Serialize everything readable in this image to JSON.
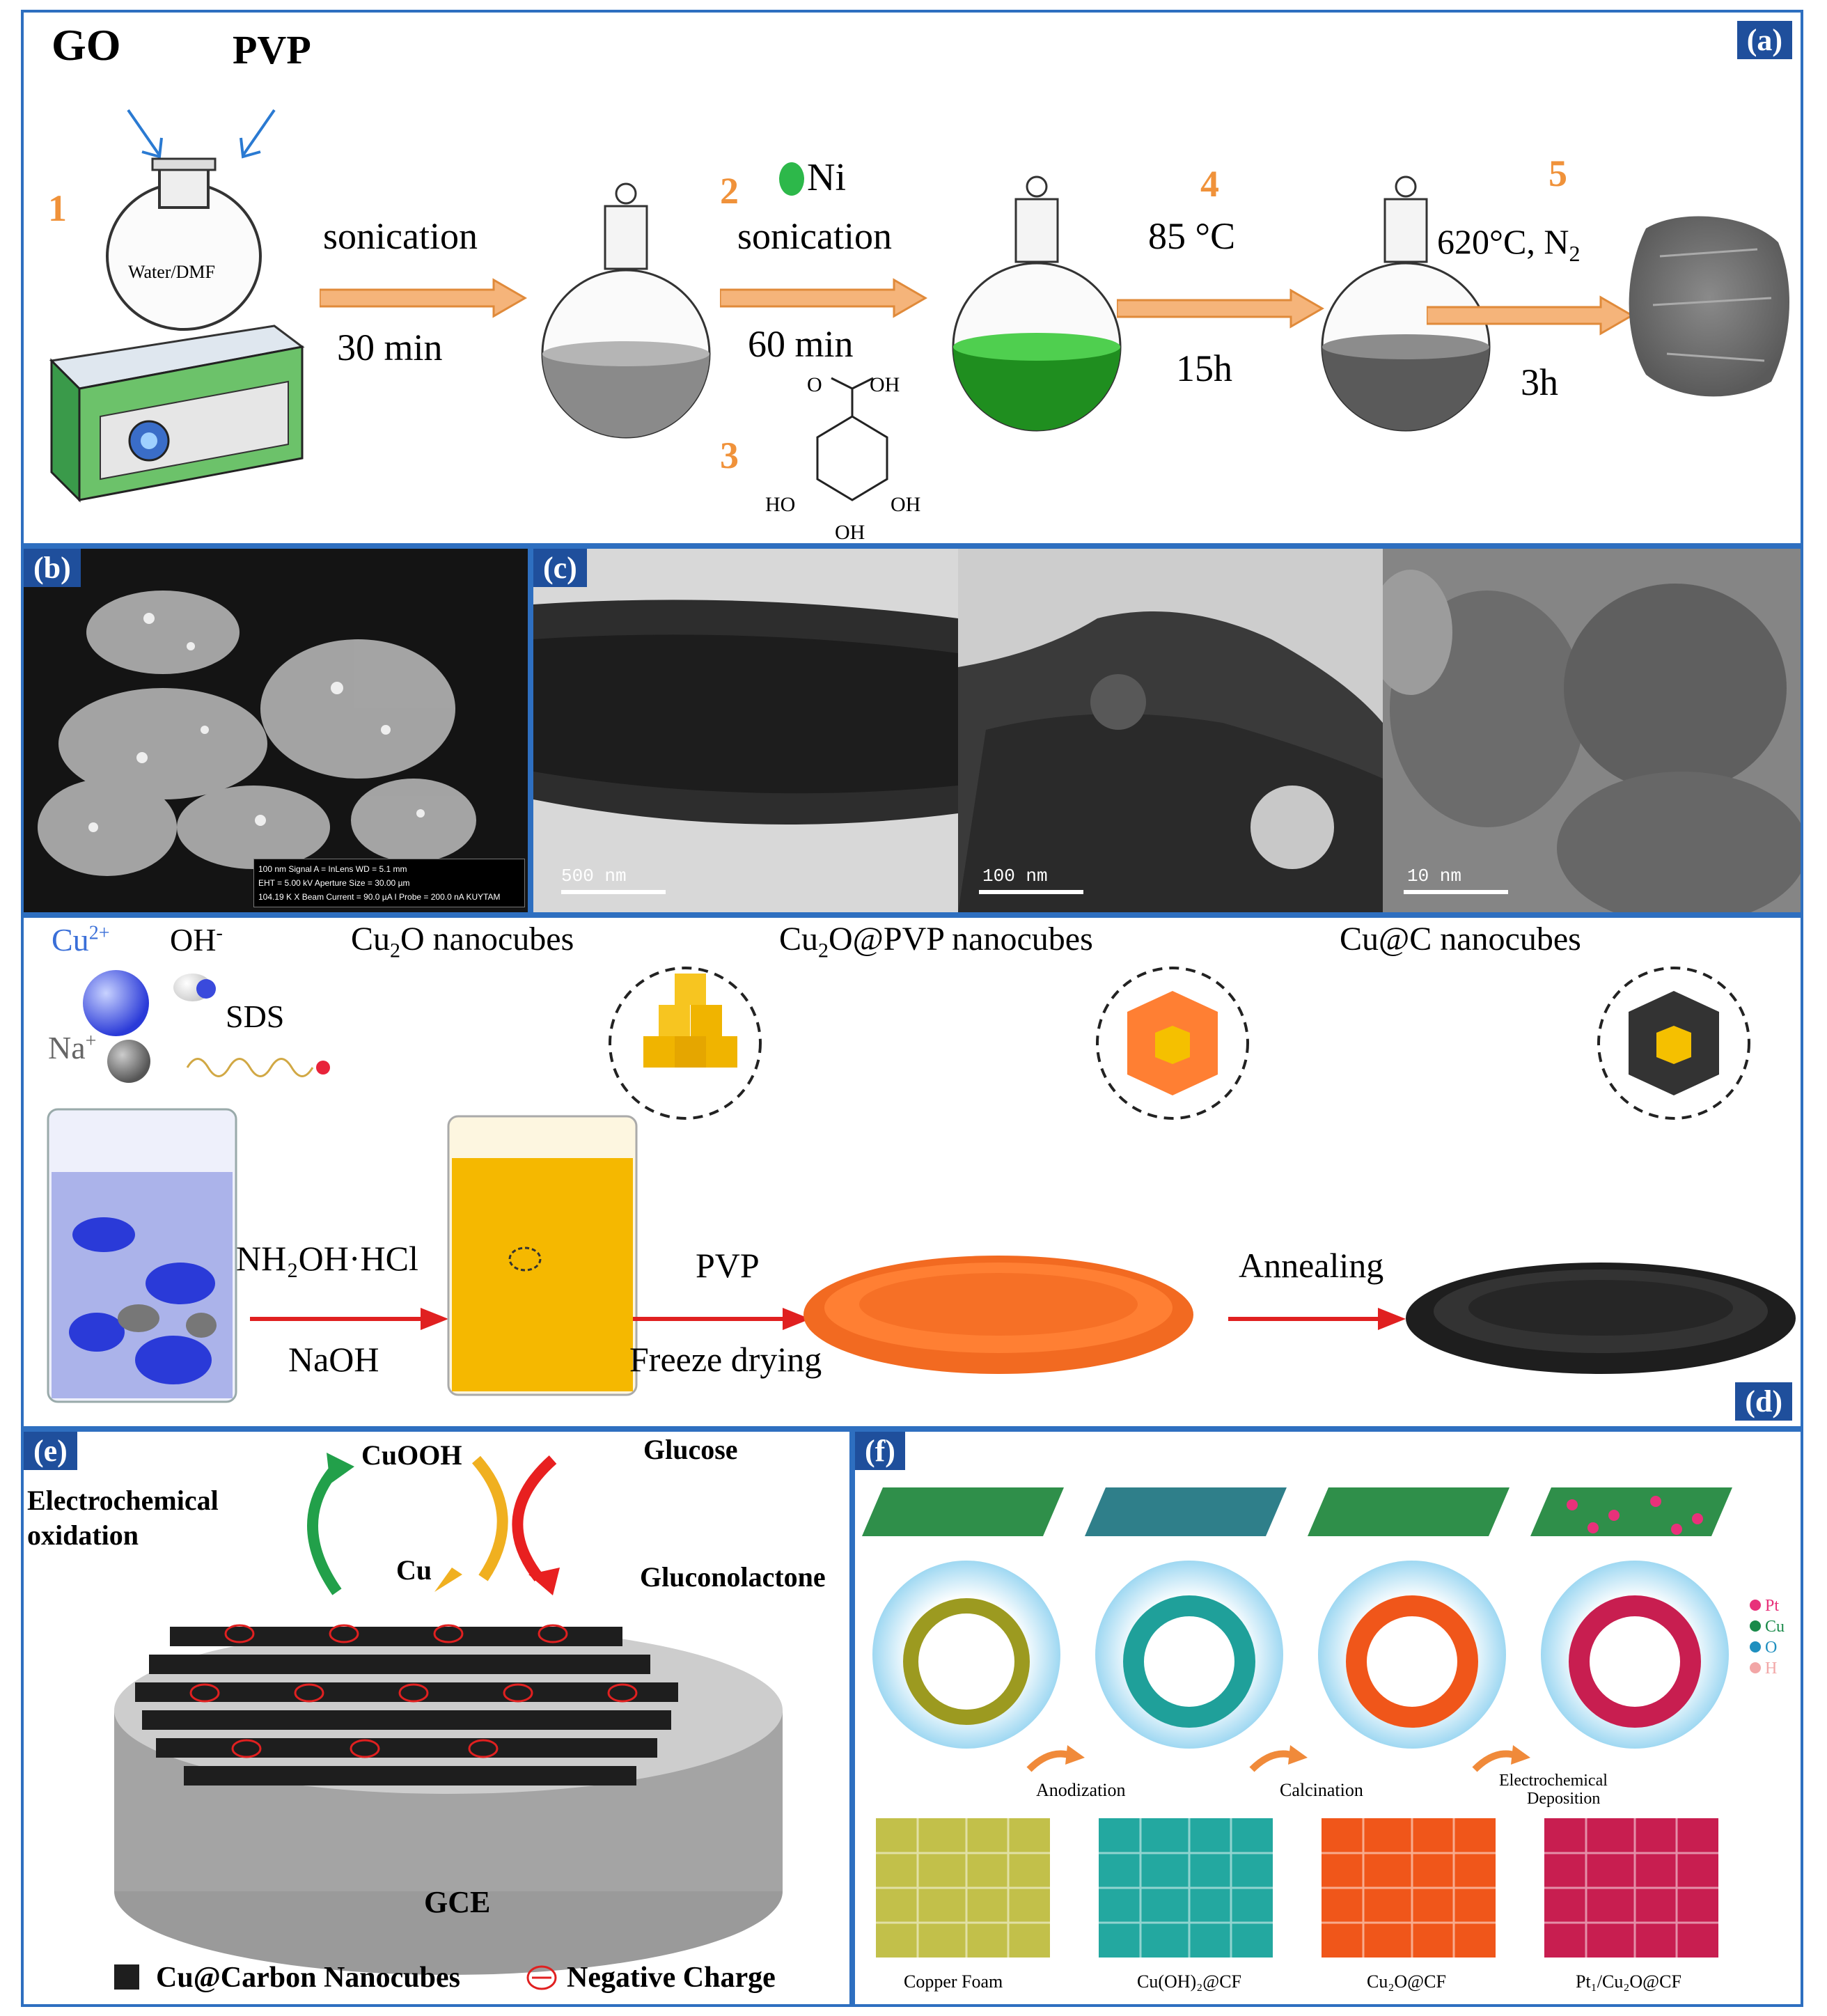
{
  "panel_a": {
    "tag": "(a)",
    "go": "GO",
    "pvp": "PVP",
    "solvent": "Water/DMF",
    "steps": [
      {
        "num": "1"
      },
      {
        "num": "2"
      },
      {
        "num": "3"
      },
      {
        "num": "4"
      },
      {
        "num": "5"
      }
    ],
    "arrow1_top": "sonication",
    "arrow1_bottom": "30 min",
    "ni_label": "Ni",
    "arrow2_top": "sonication",
    "arrow2_bottom": "60 min",
    "arrow3_top": "85 °C",
    "arrow3_bottom": "15h",
    "arrow4_top": "620°C, N",
    "arrow4_top_sub": "2",
    "arrow4_bottom": "3h",
    "molecule": {
      "oh_top": "OH",
      "o": "O",
      "ho_left": "HO",
      "oh_right": "OH",
      "oh_bottom": "OH"
    }
  },
  "panel_b": {
    "tag": "(b)",
    "info_lines": [
      "100 nm    Signal A = InLens    WD = 5.1 mm",
      "EHT = 5.00 kV   Aperture Size = 30.00 µm",
      "104.19 K X  Beam Current = 90.0 µA  I Probe = 200.0 nA  KUYTAM"
    ]
  },
  "panel_c": {
    "tag": "(c)",
    "scales": [
      "500 nm",
      "100 nm",
      "10 nm"
    ]
  },
  "panel_d": {
    "tag": "(d)",
    "cu": "Cu",
    "cu_sup": "2+",
    "oh": "OH",
    "oh_sup": "-",
    "na": "Na",
    "na_sup": "+",
    "sds": "SDS",
    "cu2o_title_a": "Cu",
    "cu2o_title_sub": "2",
    "cu2o_title_b": "O nanocubes",
    "pvp_title_a": "Cu",
    "pvp_title_sub": "2",
    "pvp_title_b": "O@PVP nanocubes",
    "cuc_title": "Cu@C nanocubes",
    "arrow1_top": "NH₂OH·HCl",
    "arrow1_bottom": "NaOH",
    "arrow2_top": "PVP",
    "arrow2_bottom": "Freeze drying",
    "arrow3_top": "Annealing"
  },
  "panel_e": {
    "tag": "(e)",
    "cuooh": "CuOOH",
    "cu": "Cu",
    "glucose": "Glucose",
    "gluconolactone": "Gluconolactone",
    "electro1": "Electrochemical",
    "electro2": "oxidation",
    "gce": "GCE",
    "legend_cube": "Cu@Carbon Nanocubes",
    "legend_charge": "Negative Charge"
  },
  "panel_f": {
    "tag": "(f)",
    "legend": [
      {
        "label": "Pt",
        "color": "#e8317a"
      },
      {
        "label": "Cu",
        "color": "#1a8a4a"
      },
      {
        "label": "O",
        "color": "#1f8fbf"
      },
      {
        "label": "H",
        "color": "#f2a6a6"
      }
    ],
    "step1": "Anodization",
    "step2": "Calcination",
    "step3a": "Electrochemical",
    "step3b": "Deposition",
    "labels": [
      "Copper Foam",
      "Cu(OH)₂@CF",
      "Cu₂O@CF",
      "Pt₁/Cu₂O@CF"
    ]
  }
}
